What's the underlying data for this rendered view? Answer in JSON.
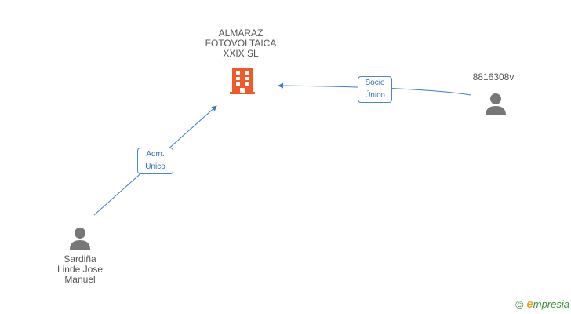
{
  "company": {
    "name": "ALMARAZ\nFOTOVOLTAICA\nXXIX SL",
    "icon": "building-icon",
    "color": "#f05a28"
  },
  "persons": [
    {
      "name": "Sardiña\nLinde Jose\nManuel",
      "icon": "person-icon"
    },
    {
      "name": "8816308v",
      "icon": "person-icon"
    }
  ],
  "relations": [
    {
      "label": "Adm.\nUnico",
      "from": "Sardiña Linde Jose Manuel",
      "to": "ALMARAZ FOTOVOLTAICA XXIX SL"
    },
    {
      "label": "Socio\nÚnico",
      "from": "8816308v",
      "to": "ALMARAZ FOTOVOLTAICA XXIX SL"
    }
  ],
  "brand": {
    "copyright": "©",
    "e": "e",
    "name": "mpresia"
  },
  "colors": {
    "edge": "#3d7cc9",
    "person": "#777777"
  }
}
